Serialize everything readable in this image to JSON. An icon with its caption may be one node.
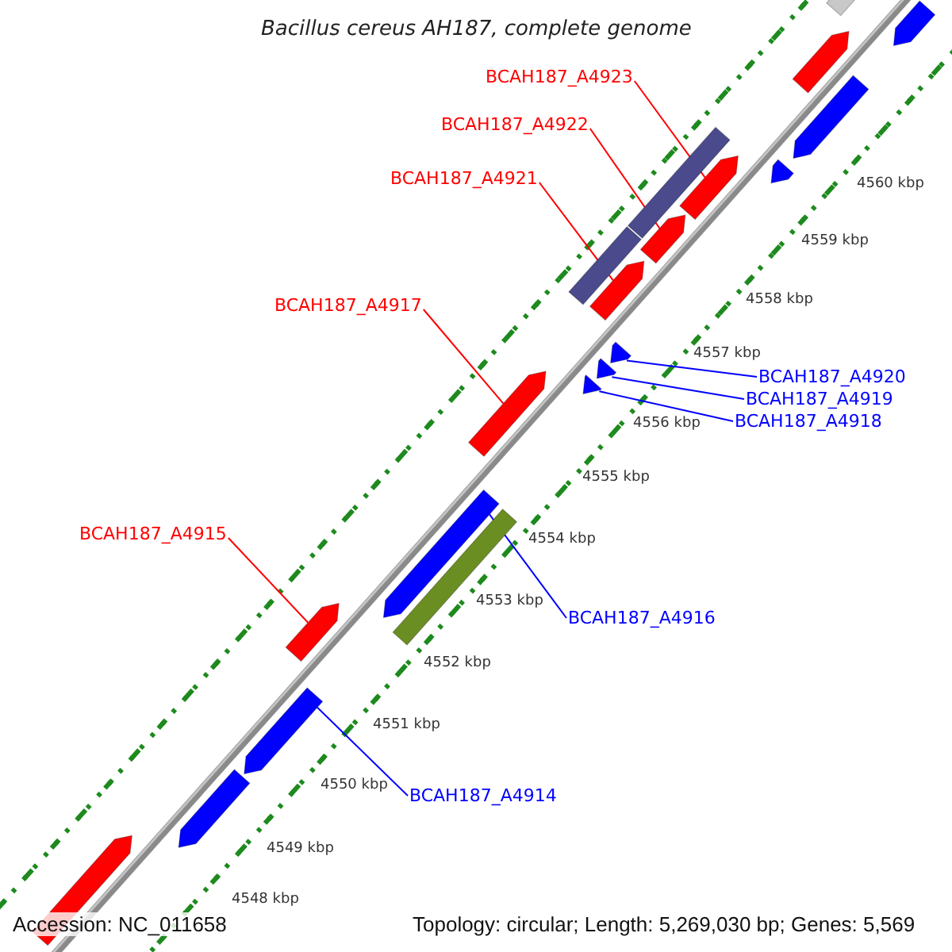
{
  "diagram": {
    "title": "Bacillus cereus AH187, complete genome",
    "nodes": [
      {
        "text": [
          "BCAH187_A4923"
        ]
      },
      {
        "text": [
          "BCAH187_A4922"
        ]
      },
      {
        "text": [
          "BCAH187_A4921"
        ]
      },
      {
        "text": [
          "BCAH187_A4917"
        ]
      },
      {
        "text": [
          "BCAH187_A4920"
        ]
      },
      {
        "text": [
          "BCAH187_A4919"
        ]
      },
      {
        "text": [
          "BCAH187_A4918"
        ]
      },
      {
        "text": [
          "BCAH187_A4915"
        ]
      },
      {
        "text": [
          "BCAH187_A4916"
        ]
      },
      {
        "text": [
          "BCAH187_A4914"
        ]
      },
      {
        "text": [],
        "shape": "bar"
      },
      {
        "text": [],
        "shape": "arrow"
      },
      {
        "text": [],
        "shape": "arrow"
      },
      {
        "text": [],
        "shape": "arrow"
      },
      {
        "text": [],
        "shape": "arrow"
      },
      {
        "text": [],
        "shape": "bar"
      },
      {
        "text": [],
        "shape": "arrow"
      },
      {
        "text": [],
        "shape": "arrow"
      },
      {
        "text": [],
        "shape": "bar"
      },
      {
        "text": [],
        "shape": "arrow"
      },
      {
        "text": [],
        "shape": "arrow"
      },
      {
        "text": [],
        "shape": "arrow"
      },
      {
        "text": [],
        "shape": "arrow"
      },
      {
        "text": [],
        "shape": "arrow"
      },
      {
        "text": [],
        "shape": "arrow"
      },
      {
        "text": [],
        "shape": "bar"
      },
      {
        "text": [],
        "shape": "arrow"
      },
      {
        "text": [],
        "shape": "arrow"
      },
      {
        "text": [],
        "shape": "arrow"
      },
      {
        "text": [],
        "shape": "arrow"
      }
    ],
    "edges": [
      {
        "from": 0,
        "to": 16,
        "arrow": "none",
        "color": "#ff0000"
      },
      {
        "from": 1,
        "to": 17,
        "arrow": "none",
        "color": "#ff0000"
      },
      {
        "from": 2,
        "to": 19,
        "arrow": "none",
        "color": "#ff0000"
      },
      {
        "from": 3,
        "to": 23,
        "arrow": "none",
        "color": "#ff0000"
      },
      {
        "from": 4,
        "to": 20,
        "arrow": "none",
        "color": "#0000ff"
      },
      {
        "from": 5,
        "to": 21,
        "arrow": "none",
        "color": "#0000ff"
      },
      {
        "from": 6,
        "to": 22,
        "arrow": "none",
        "color": "#0000ff"
      },
      {
        "from": 7,
        "to": 26,
        "arrow": "none",
        "color": "#ff0000"
      },
      {
        "from": 8,
        "to": 24,
        "arrow": "none",
        "color": "#0000ff"
      },
      {
        "from": 9,
        "to": 27,
        "arrow": "none",
        "color": "#0000ff"
      }
    ],
    "labels": [
      "4560 kbp",
      "4559 kbp",
      "4558 kbp",
      "4557 kbp",
      "4556 kbp",
      "4555 kbp",
      "4554 kbp",
      "4553 kbp",
      "4552 kbp",
      "4551 kbp",
      "4550 kbp",
      "4549 kbp",
      "4548 kbp",
      "Accession: NC_011658",
      "Topology: circular; Length: 5,269,030 bp; Genes: 5,569"
    ]
  }
}
